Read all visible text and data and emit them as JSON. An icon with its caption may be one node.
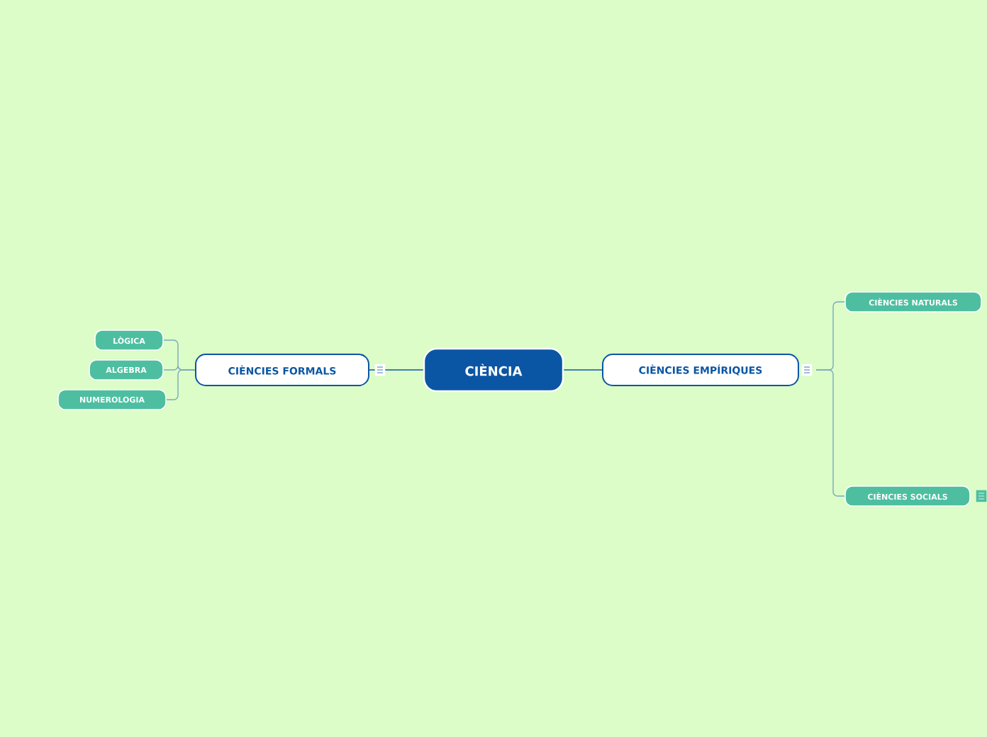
{
  "diagram": {
    "nodes": [
      {
        "text": [
          "CIÈNCIA"
        ]
      },
      {
        "text": [
          "CIÈNCIES FORMALS"
        ]
      },
      {
        "text": [
          "LÒGICA"
        ]
      },
      {
        "text": [
          "ALGEBRA"
        ]
      },
      {
        "text": [
          "NUMEROLOGIA"
        ]
      },
      {
        "text": [
          "CIÈNCIES EMPÍRIQUES"
        ]
      },
      {
        "text": [
          "CIÈNCIES NATURALS"
        ]
      },
      {
        "text": [
          "CIÈNCIES SOCIALS"
        ]
      }
    ],
    "edges": [
      {
        "from": 0,
        "to": 1,
        "arrow": "none",
        "color": "#0b56a4"
      },
      {
        "from": 1,
        "to": 2,
        "arrow": "none"
      },
      {
        "from": 1,
        "to": 3,
        "arrow": "none"
      },
      {
        "from": 1,
        "to": 4,
        "arrow": "none"
      },
      {
        "from": 0,
        "to": 5,
        "arrow": "none",
        "color": "#0b56a4"
      },
      {
        "from": 5,
        "to": 6,
        "arrow": "none"
      },
      {
        "from": 5,
        "to": 7,
        "arrow": "none"
      }
    ]
  }
}
